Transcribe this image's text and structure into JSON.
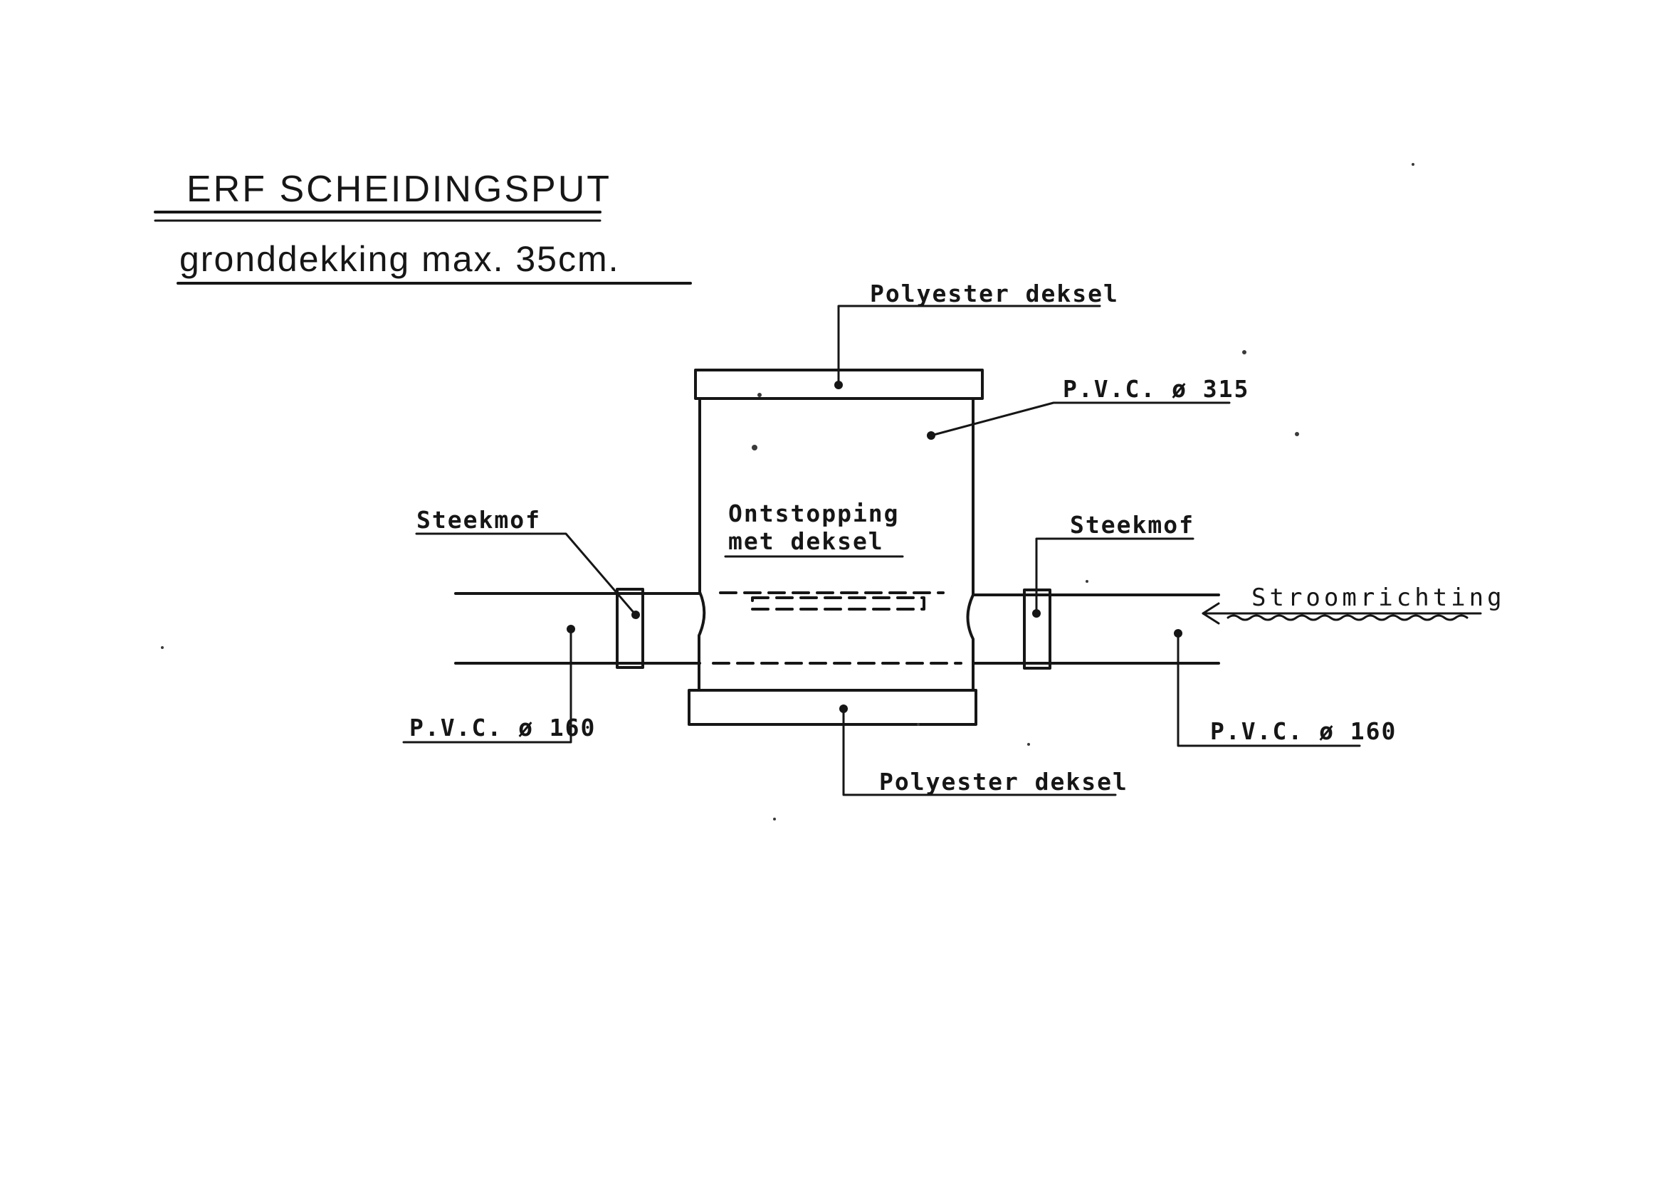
{
  "drawing": {
    "title": "ERF SCHEIDINGSPUT",
    "subtitle": "gronddekking  max. 35cm."
  },
  "labels": {
    "top_cover": "Polyester deksel",
    "bottom_cover": "Polyester deksel",
    "main_pipe": "P.V.C. ø 315",
    "cleanout_line1": "Ontstopping",
    "cleanout_line2": "met deksel",
    "sleeve_left": "Steekmof",
    "sleeve_right": "Steekmof",
    "pipe_left": "P.V.C. ø 160",
    "pipe_right": "P.V.C. ø 160",
    "flow_direction": "Stroomrichting"
  },
  "colors": {
    "ink": "#161616",
    "paper": "#ffffff"
  }
}
